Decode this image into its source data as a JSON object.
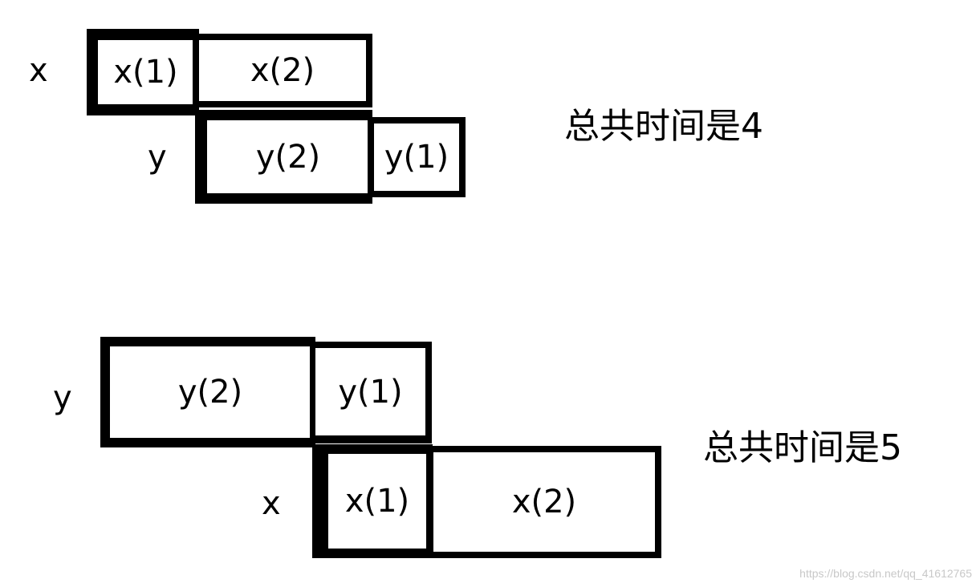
{
  "schedule_1": {
    "x_row": {
      "label": "x",
      "tasks": [
        "x(1)",
        "x(2)"
      ]
    },
    "y_row": {
      "label": "y",
      "tasks": [
        "y(2)",
        "y(1)"
      ]
    },
    "total_text": "总共时间是4"
  },
  "schedule_2": {
    "y_row": {
      "label": "y",
      "tasks": [
        "y(2)",
        "y(1)"
      ]
    },
    "x_row": {
      "label": "x",
      "tasks": [
        "x(1)",
        "x(2)"
      ]
    },
    "total_text": "总共时间是5"
  },
  "watermark": "https://blog.csdn.net/qq_41612765"
}
